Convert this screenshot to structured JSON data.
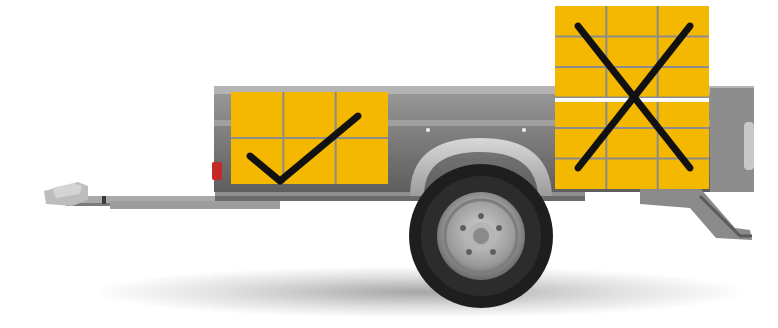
{
  "scene": {
    "subject": "trailer",
    "background_color": "#ffffff",
    "trailer_body_color": "#7a7a7a",
    "tire_color": "#1e1e1e",
    "rim_color": "#9a9a9a"
  },
  "cargo": {
    "box_color": "#f5b800",
    "grid_line_color": "#8c8c8c",
    "good_load": {
      "grid_columns": 3,
      "grid_rows": 2,
      "mark": "check-mark",
      "mark_color": "#111111"
    },
    "bad_load": {
      "grid_columns": 3,
      "grid_rows": 6,
      "mark": "x-mark",
      "mark_color": "#111111"
    }
  }
}
